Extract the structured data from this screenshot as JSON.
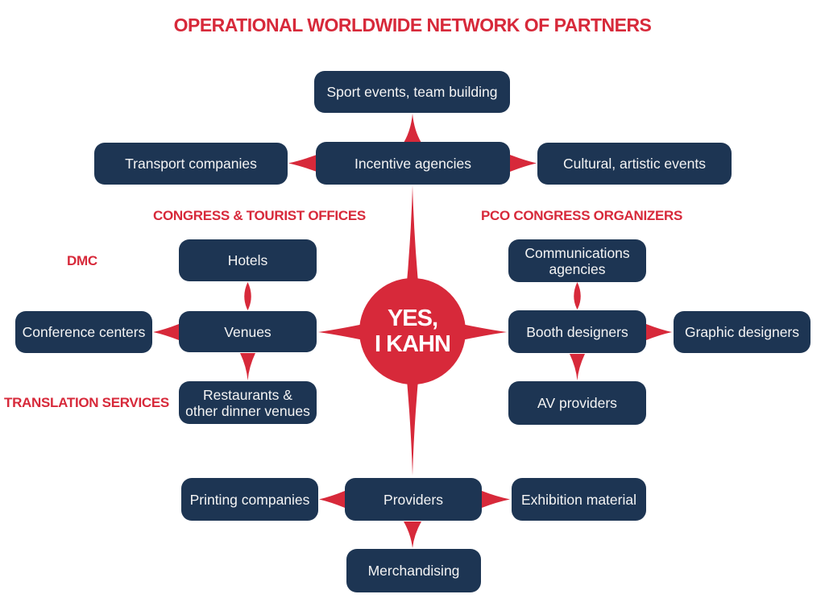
{
  "title": "OPERATIONAL WORLDWIDE NETWORK OF PARTNERS",
  "colors": {
    "navy": "#1d3553",
    "red": "#d7293a",
    "node_text": "#f4f4f4",
    "background": "#ffffff"
  },
  "center": {
    "line1": "YES,",
    "line2": "I KAHN"
  },
  "labels": {
    "congress_tourist": "CONGRESS & TOURIST OFFICES",
    "pco": "PCO CONGRESS ORGANIZERS",
    "dmc": "DMC",
    "translation": "TRANSLATION SERVICES"
  },
  "nodes": {
    "sport": "Sport events, team building",
    "transport": "Transport companies",
    "incentive": "Incentive agencies",
    "cultural": "Cultural, artistic events",
    "hotels": "Hotels",
    "communications": "Communications agencies",
    "conference": "Conference centers",
    "venues": "Venues",
    "booth": "Booth designers",
    "graphic": "Graphic designers",
    "restaurants": "Restaurants & other dinner venues",
    "av": "AV providers",
    "printing": "Printing companies",
    "providers": "Providers",
    "exhibition": "Exhibition material",
    "merchandising": "Merchandising"
  },
  "connections": [
    {
      "from": "center",
      "to": "incentive",
      "shape": "long-spike-up"
    },
    {
      "from": "center",
      "to": "venues",
      "shape": "spike-left"
    },
    {
      "from": "center",
      "to": "booth",
      "shape": "spike-right"
    },
    {
      "from": "center",
      "to": "providers",
      "shape": "long-spike-down"
    },
    {
      "from": "incentive",
      "to": "sport",
      "shape": "dart-up"
    },
    {
      "from": "incentive",
      "to": "transport",
      "shape": "dart-left"
    },
    {
      "from": "incentive",
      "to": "cultural",
      "shape": "dart-right"
    },
    {
      "from": "venues",
      "to": "hotels",
      "shape": "dart-vertical-double"
    },
    {
      "from": "venues",
      "to": "conference",
      "shape": "dart-left"
    },
    {
      "from": "venues",
      "to": "restaurants",
      "shape": "dart-down"
    },
    {
      "from": "booth",
      "to": "communications",
      "shape": "dart-vertical-double"
    },
    {
      "from": "booth",
      "to": "graphic",
      "shape": "dart-right"
    },
    {
      "from": "booth",
      "to": "av",
      "shape": "dart-down"
    },
    {
      "from": "providers",
      "to": "printing",
      "shape": "dart-left"
    },
    {
      "from": "providers",
      "to": "exhibition",
      "shape": "dart-right"
    },
    {
      "from": "providers",
      "to": "merchandising",
      "shape": "dart-down"
    }
  ]
}
